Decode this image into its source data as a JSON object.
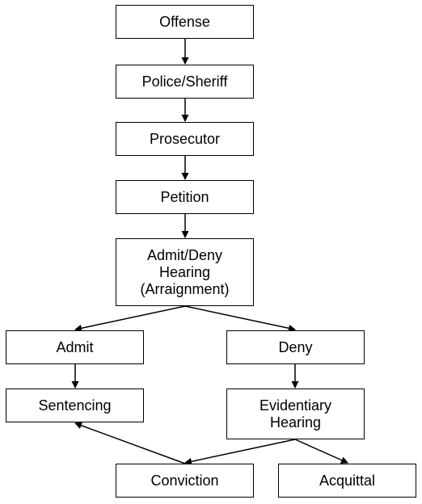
{
  "nodes": {
    "offense": "Offense",
    "police": "Police/Sheriff",
    "prosecutor": "Prosecutor",
    "petition": "Petition",
    "hearing": "Admit/Deny\nHearing\n(Arraignment)",
    "admit": "Admit",
    "deny": "Deny",
    "sentencing": "Sentencing",
    "evidentiary": "Evidentiary\nHearing",
    "conviction": "Conviction",
    "acquittal": "Acquittal"
  },
  "edges": [
    [
      "offense",
      "police"
    ],
    [
      "police",
      "prosecutor"
    ],
    [
      "prosecutor",
      "petition"
    ],
    [
      "petition",
      "hearing"
    ],
    [
      "hearing",
      "admit"
    ],
    [
      "hearing",
      "deny"
    ],
    [
      "admit",
      "sentencing"
    ],
    [
      "deny",
      "evidentiary"
    ],
    [
      "evidentiary",
      "conviction"
    ],
    [
      "evidentiary",
      "acquittal"
    ],
    [
      "conviction",
      "sentencing"
    ]
  ]
}
